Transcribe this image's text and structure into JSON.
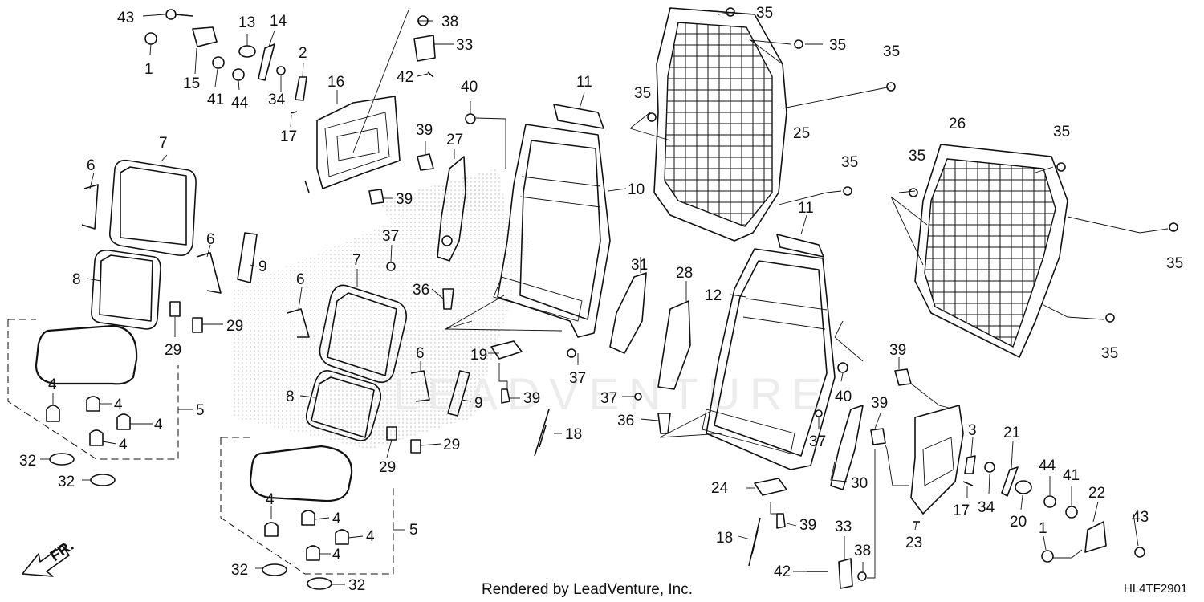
{
  "footer": {
    "rendered_by": "Rendered by LeadVenture, Inc.",
    "diagram_code": "HL4TF2901",
    "watermark": "LEADVENTURE"
  },
  "direction": {
    "label": "FR."
  },
  "callouts": {
    "c43a": "43",
    "c1a": "1",
    "c15": "15",
    "c41a": "41",
    "c44a": "44",
    "c13": "13",
    "c14": "14",
    "c34a": "34",
    "c2": "2",
    "c16": "16",
    "c17a": "17",
    "c38a": "38",
    "c33a": "33",
    "c42a": "42",
    "c39a": "39",
    "c39b": "39",
    "c40a": "40",
    "c27": "27",
    "c11a": "11",
    "c10": "10",
    "c35a": "35",
    "c35b": "35",
    "c35c": "35",
    "c35d": "35",
    "c35e": "35",
    "c25": "25",
    "c26": "26",
    "c35f": "35",
    "c35g": "35",
    "c35h": "35",
    "c35i": "35",
    "c7a": "7",
    "c6a": "6",
    "c8a": "8",
    "c6b": "6",
    "c9a": "9",
    "c29a": "29",
    "c29b": "29",
    "c4a": "4",
    "c4b": "4",
    "c4c": "4",
    "c4d": "4",
    "c5a": "5",
    "c32a": "32",
    "c32b": "32",
    "c37a": "37",
    "c36a": "36",
    "c6c": "6",
    "c7b": "7",
    "c8b": "8",
    "c6d": "6",
    "c19": "19",
    "c39c": "39",
    "c37b": "37",
    "c9b": "9",
    "c18a": "18",
    "c29c": "29",
    "c29d": "29",
    "c4e": "4",
    "c4f": "4",
    "c4g": "4",
    "c4h": "4",
    "c5b": "5",
    "c32c": "32",
    "c32d": "32",
    "c31": "31",
    "c28": "28",
    "c12": "12",
    "c11b": "11",
    "c37c": "37",
    "c36b": "36",
    "c37d": "37",
    "c40b": "40",
    "c39d": "39",
    "c39e": "39",
    "c3": "3",
    "c21": "21",
    "c17b": "17",
    "c34b": "34",
    "c20": "20",
    "c44b": "44",
    "c41b": "41",
    "c22": "22",
    "c43b": "43",
    "c1b": "1",
    "c23": "23",
    "c30": "30",
    "c24": "24",
    "c39f": "39",
    "c18b": "18",
    "c33b": "33",
    "c38b": "38",
    "c42b": "42"
  }
}
